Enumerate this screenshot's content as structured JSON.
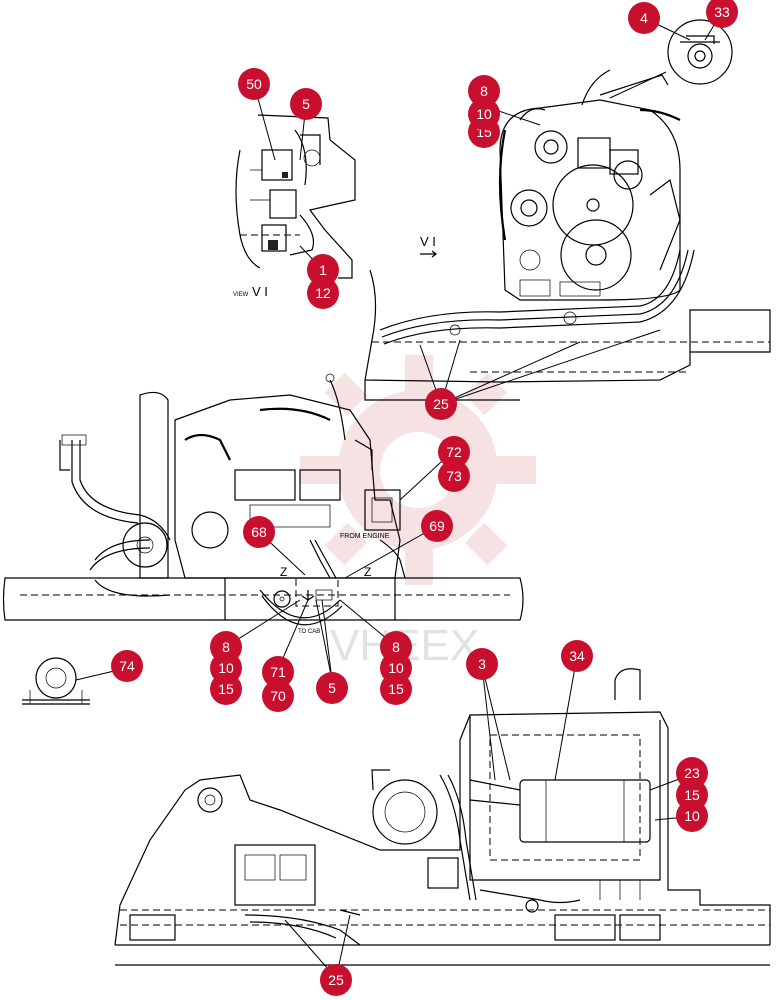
{
  "labels": {
    "view_marker": "V I",
    "view_caption_prefix": "VIEW",
    "view_caption": "V I",
    "from_engine": "FROM ENGINE",
    "to_cab": "TO CAB",
    "section_left": "Z",
    "section_right": "Z",
    "watermark": "VHEEX"
  },
  "colors": {
    "callout": "#c8102e",
    "callout_text": "#ffffff",
    "watermark": "#e8aab0",
    "line": "#000000"
  },
  "callouts": {
    "c4": "4",
    "c33": "33",
    "c50": "50",
    "c5a": "5",
    "c8a": "8",
    "c10a": "10",
    "c15a": "15",
    "c1": "1",
    "c12": "12",
    "c25a": "25",
    "c72": "72",
    "c73": "73",
    "c68": "68",
    "c69": "69",
    "c8b": "8",
    "c10b": "10",
    "c15b": "15",
    "c71": "71",
    "c70": "70",
    "c5b": "5",
    "c8c": "8",
    "c10c": "10",
    "c15c": "15",
    "c74": "74",
    "c3": "3",
    "c34": "34",
    "c23": "23",
    "c15d": "15",
    "c10d": "10",
    "c25b": "25"
  }
}
